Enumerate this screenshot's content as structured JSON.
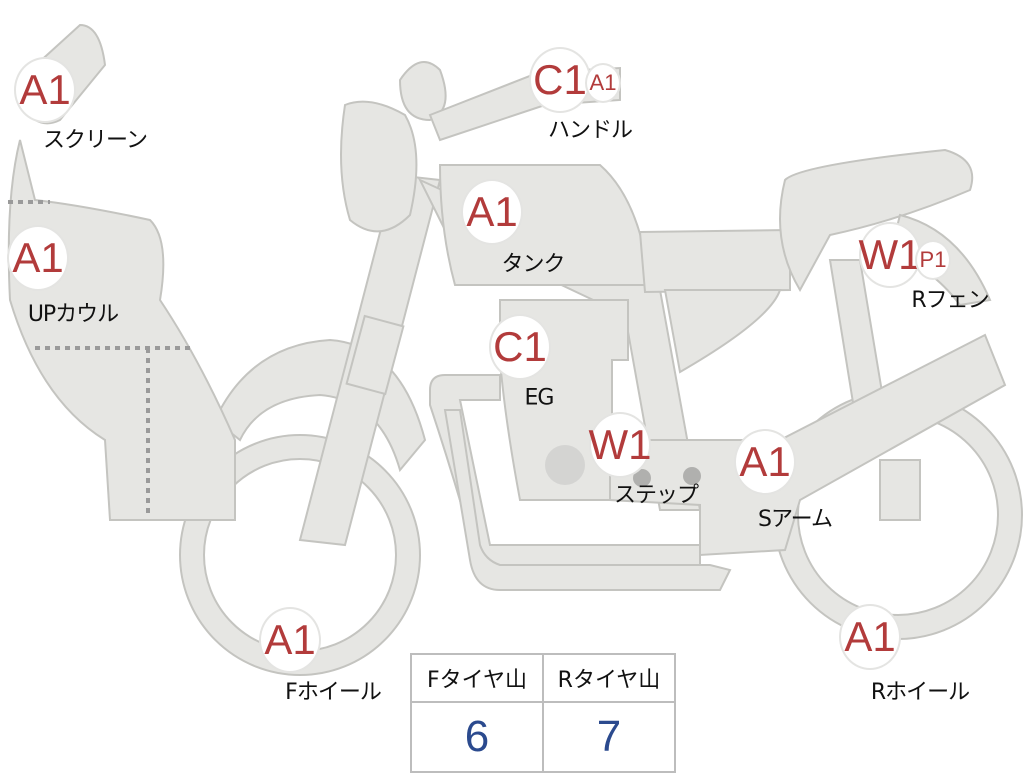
{
  "parts": [
    {
      "id": "screen",
      "label": "スクリーン",
      "codes": [
        "A1"
      ]
    },
    {
      "id": "up-cowl",
      "label": "UPカウル",
      "codes": [
        "A1"
      ]
    },
    {
      "id": "handle",
      "label": "ハンドル",
      "codes": [
        "C1",
        "A1"
      ]
    },
    {
      "id": "tank",
      "label": "タンク",
      "codes": [
        "A1"
      ]
    },
    {
      "id": "engine",
      "label": "EG",
      "codes": [
        "C1"
      ]
    },
    {
      "id": "step",
      "label": "ステップ",
      "codes": [
        "W1"
      ]
    },
    {
      "id": "swing-arm",
      "label": "Sアーム",
      "codes": [
        "A1"
      ]
    },
    {
      "id": "rear-fender",
      "label": "Rフェン",
      "codes": [
        "W1",
        "P1"
      ]
    },
    {
      "id": "front-wheel",
      "label": "Fホイール",
      "codes": [
        "A1"
      ]
    },
    {
      "id": "rear-wheel",
      "label": "Rホイール",
      "codes": [
        "A1"
      ]
    }
  ],
  "tire_tread": {
    "headers": [
      "Fタイヤ山",
      "Rタイヤ山"
    ],
    "values": [
      "6",
      "7"
    ]
  },
  "colors": {
    "code": "#b23b3b",
    "value": "#2b4a8e",
    "part_fill": "#e6e6e3"
  }
}
